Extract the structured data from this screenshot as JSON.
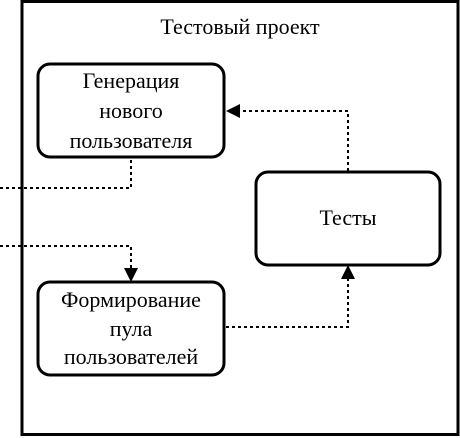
{
  "diagram": {
    "container": {
      "title": "Тестовый проект"
    },
    "nodes": {
      "generation": {
        "lines": [
          "Генерация",
          "нового",
          "пользователя"
        ]
      },
      "tests": {
        "lines": [
          "Тесты"
        ]
      },
      "pool": {
        "lines": [
          "Формирование",
          "пула",
          "пользователей"
        ]
      }
    },
    "edges": [
      {
        "from": "outside",
        "to": "generation",
        "style": "dotted",
        "arrow": false
      },
      {
        "from": "outside",
        "to": "pool",
        "style": "dotted",
        "arrow": true
      },
      {
        "from": "tests",
        "to": "generation",
        "style": "dotted",
        "arrow": true
      },
      {
        "from": "pool",
        "to": "tests",
        "style": "dotted",
        "arrow": true
      }
    ],
    "colors": {
      "stroke": "#000000",
      "background": "#ffffff"
    }
  }
}
